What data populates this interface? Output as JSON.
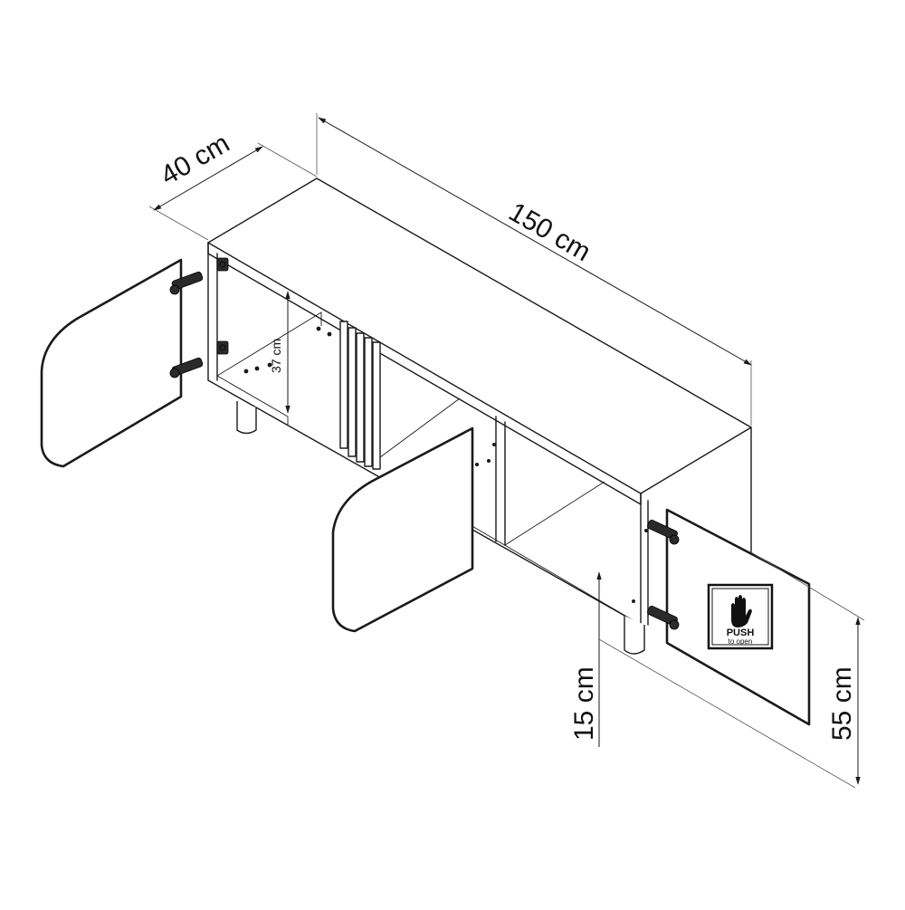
{
  "dimensions": {
    "depth": "40 cm",
    "width": "150 cm",
    "inner_height": "37 cm",
    "leg_height": "15 cm",
    "total_height": "55 cm"
  },
  "sign": {
    "line1": "PUSH",
    "line2": "to open",
    "icon": "hand-icon"
  },
  "colors": {
    "line": "#1a1a1a",
    "background": "#ffffff"
  }
}
